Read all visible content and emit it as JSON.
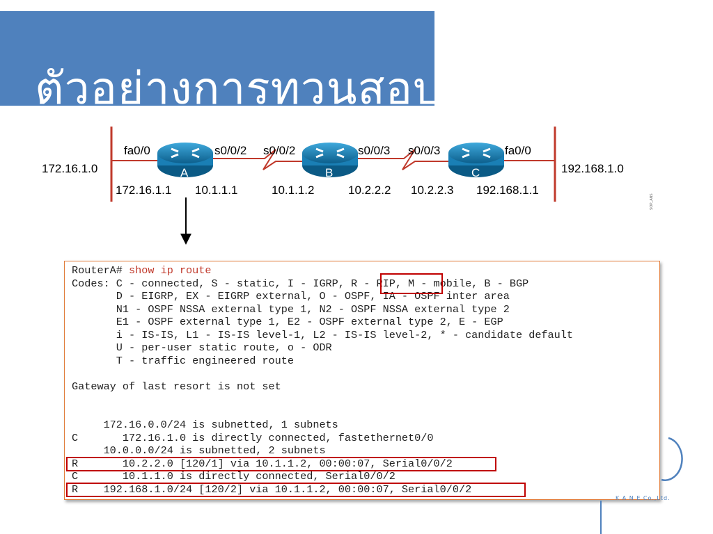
{
  "slide": {
    "title": "ตัวอย่างการทวนสอบ"
  },
  "topology": {
    "left_network": "172.16.1.0",
    "right_network": "192.168.1.0",
    "routers": [
      {
        "name": "A",
        "left_if": "fa0/0",
        "right_if": "s0/0/2",
        "left_ip": "172.16.1.1",
        "right_ip": "10.1.1.1"
      },
      {
        "name": "B",
        "left_if": "s0/0/2",
        "right_if": "s0/0/3",
        "left_ip": "10.1.1.2",
        "right_ip": "10.2.2.2"
      },
      {
        "name": "C",
        "left_if": "s0/0/3",
        "right_if": "fa0/0",
        "left_ip": "10.2.2.3",
        "right_ip": "192.168.1.1"
      }
    ],
    "figure_code": "SOP_ANS",
    "colors": {
      "router": "#1a7fb5",
      "link": "#c0392b",
      "band": "#4f81bd"
    }
  },
  "terminal": {
    "prompt": "RouterA# ",
    "command": "show ip route",
    "lines": [
      "Codes: C - connected, S - static, I - IGRP, R - RIP, M - mobile, B - BGP",
      "       D - EIGRP, EX - EIGRP external, O - OSPF, IA - OSPF inter area",
      "       N1 - OSPF NSSA external type 1, N2 - OSPF NSSA external type 2",
      "       E1 - OSPF external type 1, E2 - OSPF external type 2, E - EGP",
      "       i - IS-IS, L1 - IS-IS level-1, L2 - IS-IS level-2, * - candidate default",
      "       U - per-user static route, o - ODR",
      "       T - traffic engineered route",
      "",
      "Gateway of last resort is not set",
      "",
      "",
      "     172.16.0.0/24 is subnetted, 1 subnets",
      "C       172.16.1.0 is directly connected, fastethernet0/0",
      "     10.0.0.0/24 is subnetted, 2 subnets",
      "R       10.2.2.0 [120/1] via 10.1.1.2, 00:00:07, Serial0/0/2",
      "C       10.1.1.0 is directly connected, Serial0/0/2",
      "R    192.168.1.0/24 [120/2] via 10.1.1.2, 00:00:07, Serial0/0/2"
    ]
  },
  "logo": {
    "text": "K A N E  Co.,Ltd."
  }
}
